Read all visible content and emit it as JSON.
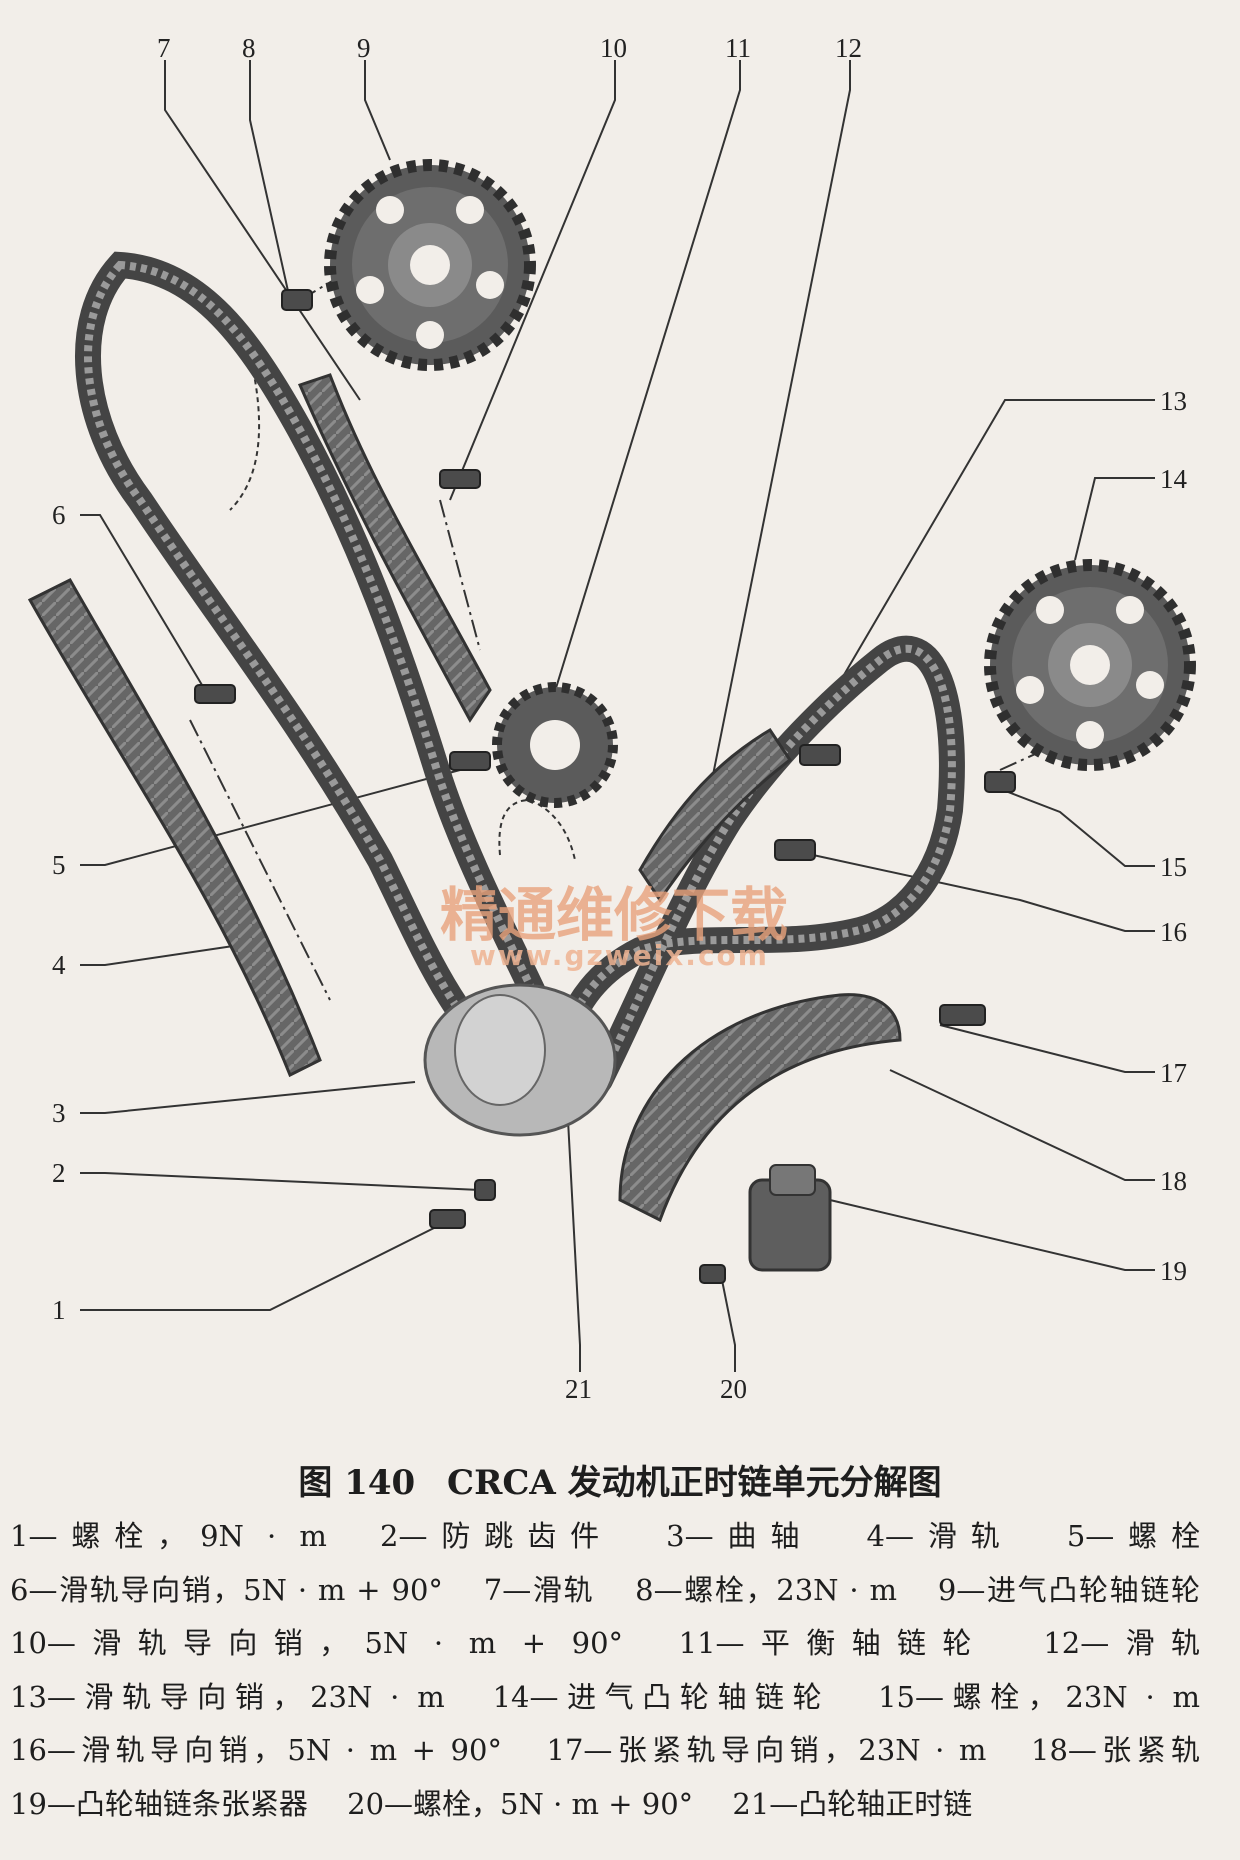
{
  "callouts": [
    "1",
    "2",
    "3",
    "4",
    "5",
    "6",
    "7",
    "8",
    "9",
    "10",
    "11",
    "12",
    "13",
    "14",
    "15",
    "16",
    "17",
    "18",
    "19",
    "20",
    "21"
  ],
  "watermark": {
    "cn": "精通维修下载",
    "url": "www.gzweix.com"
  },
  "caption": {
    "figure": "图 140",
    "title": "CRCA 发动机正时链单元分解图"
  },
  "legend": [
    "1—螺栓，9N · m",
    "2—防跳齿件",
    "3—曲轴",
    "4—滑轨",
    "5—螺栓",
    "6—滑轨导向销，5N · m + 90°",
    "7—滑轨",
    "8—螺栓，23N · m",
    "9—进气凸轮轴链轮",
    "10—滑轨导向销，5N · m + 90°",
    "11—平衡轴链轮",
    "12—滑轨",
    "13—滑轨导向销，23N · m",
    "14—进气凸轮轴链轮",
    "15—螺栓，23N · m",
    "16—滑轨导向销，5N · m + 90°",
    "17—张紧轨导向销，23N · m",
    "18—张紧轨",
    "19—凸轮轴链条张紧器",
    "20—螺栓，5N · m + 90°",
    "21—凸轮轴正时链"
  ]
}
